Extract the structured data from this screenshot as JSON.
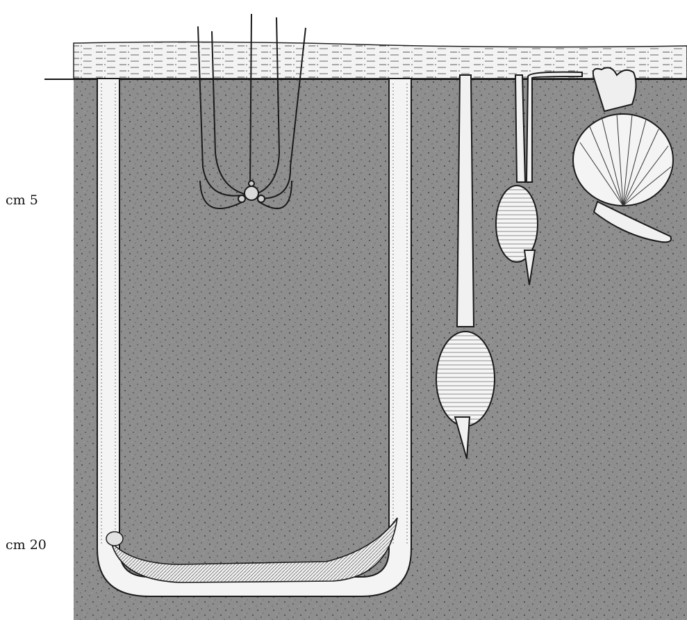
{
  "depth_labels": {
    "shallow": "cm 5",
    "deep": "cm 20"
  },
  "colors": {
    "sediment": "#8f8f8f",
    "sediment_speckle": "#2c2c2c",
    "surface_sand": "#f2f2f2",
    "burrow_fill": "#f4f4f4",
    "ink": "#1a1a1a"
  },
  "organisms": [
    {
      "id": "u-burrow-worm",
      "icon": "u-shaped-burrow"
    },
    {
      "id": "brittle-star",
      "icon": "brittle-star-arms"
    },
    {
      "id": "long-siphon-bivalve",
      "icon": "deep-burrowing-clam"
    },
    {
      "id": "short-siphon-bivalve",
      "icon": "shallow-burrowing-clam"
    },
    {
      "id": "cockle",
      "icon": "cockle-shell"
    }
  ]
}
